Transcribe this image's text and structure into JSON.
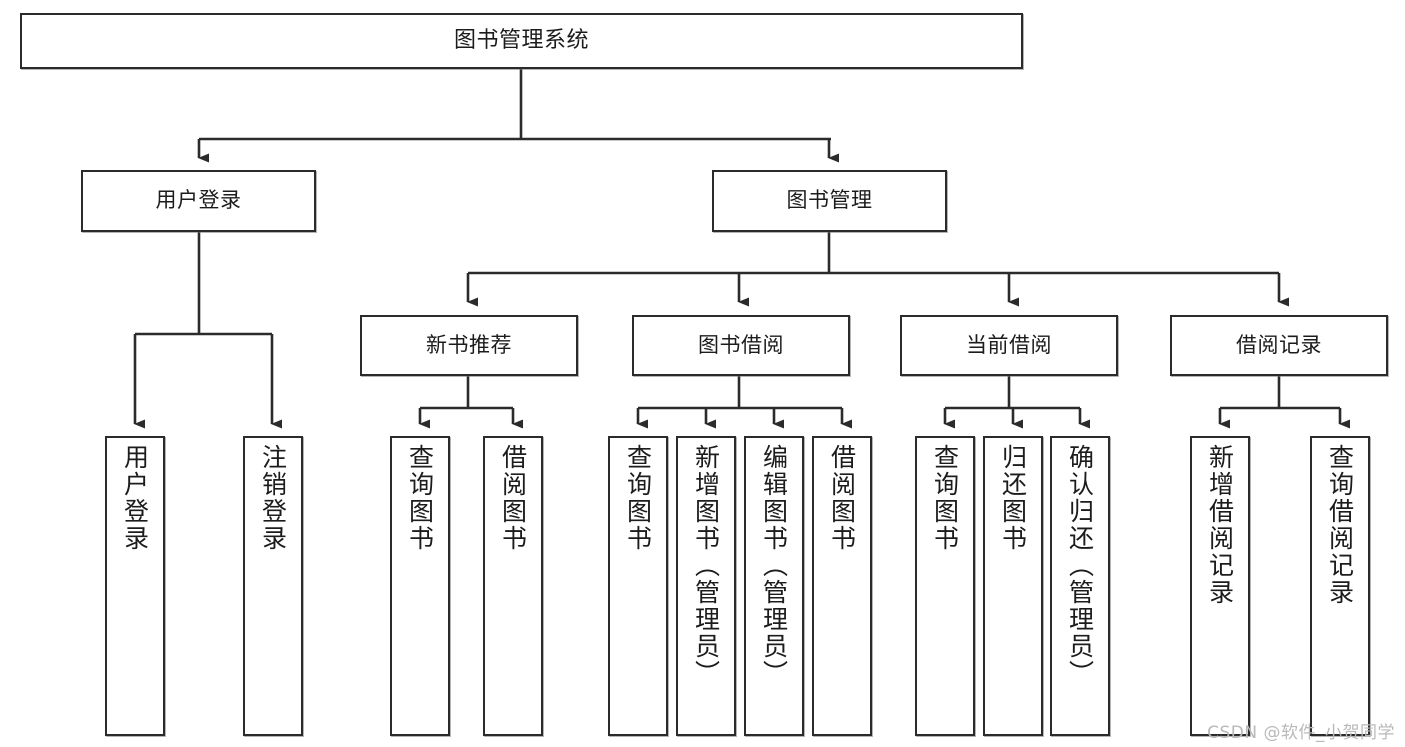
{
  "diagram": {
    "title": "图书管理系统",
    "type": "tree-structure-chart",
    "nodes": {
      "root": {
        "label": "图书管理系统"
      },
      "level2": [
        {
          "id": "user-login",
          "label": "用户登录"
        },
        {
          "id": "book-manage",
          "label": "图书管理"
        }
      ],
      "level3": [
        {
          "id": "new-book-recommend",
          "label": "新书推荐"
        },
        {
          "id": "book-borrow",
          "label": "图书借阅"
        },
        {
          "id": "current-borrow",
          "label": "当前借阅"
        },
        {
          "id": "borrow-record",
          "label": "借阅记录"
        }
      ],
      "leaves": {
        "user_login": [
          {
            "id": "leaf-user-login",
            "label": "用户登录"
          },
          {
            "id": "leaf-logout-login",
            "label": "注销登录"
          }
        ],
        "new_book_recommend": [
          {
            "id": "leaf-query-book-1",
            "label": "查询图书"
          },
          {
            "id": "leaf-borrow-book-1",
            "label": "借阅图书"
          }
        ],
        "book_borrow": [
          {
            "id": "leaf-query-book-2",
            "label": "查询图书"
          },
          {
            "id": "leaf-add-book-admin",
            "label": "新增图书（管理员）"
          },
          {
            "id": "leaf-edit-book-admin",
            "label": "编辑图书（管理员）"
          },
          {
            "id": "leaf-borrow-book-2",
            "label": "借阅图书"
          }
        ],
        "current_borrow": [
          {
            "id": "leaf-query-book-3",
            "label": "查询图书"
          },
          {
            "id": "leaf-return-book",
            "label": "归还图书"
          },
          {
            "id": "leaf-confirm-return-admin",
            "label": "确认归还（管理员）"
          }
        ],
        "borrow_record": [
          {
            "id": "leaf-add-borrow-record",
            "label": "新增借阅记录"
          },
          {
            "id": "leaf-query-borrow-record",
            "label": "查询借阅记录"
          }
        ]
      }
    },
    "colors": {
      "box_border": "#2b2b2b",
      "box_fill": "#ffffff",
      "line": "#2b2b2b",
      "text": "#1c1c1c",
      "watermark": "#b9b9b9",
      "background": "#ffffff"
    }
  },
  "watermark": {
    "text": "CSDN @软件_小贺同学"
  }
}
